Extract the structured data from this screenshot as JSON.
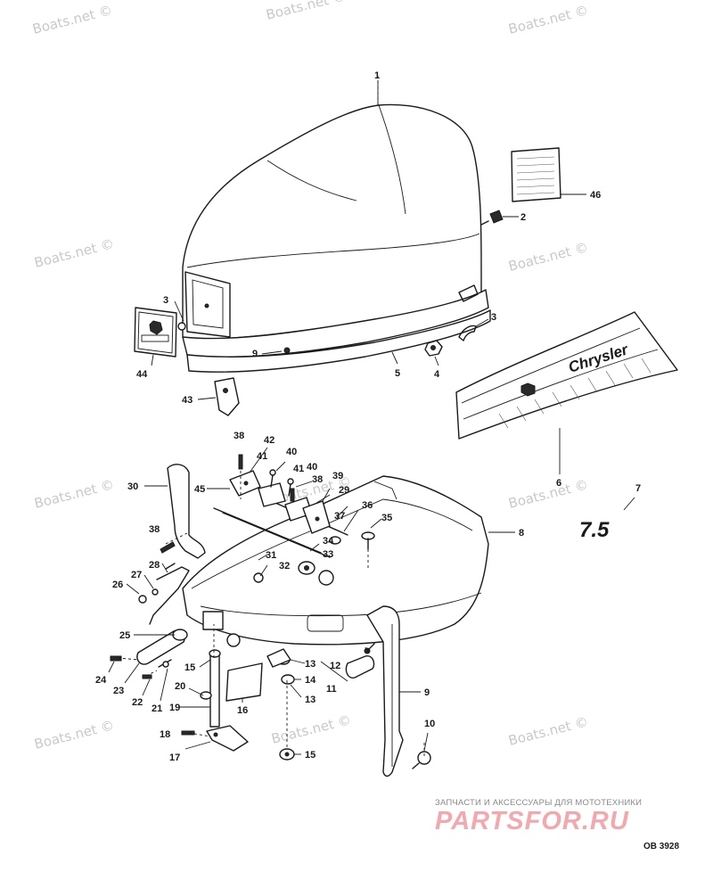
{
  "watermark": "Boats.net ©",
  "drawing_code": "OB 3928",
  "model_badge": "7.5",
  "decal_text": "Chrysler",
  "shop": {
    "tagline": "ЗАПЧАСТИ И АКСЕССУАРЫ ДЛЯ МОТОТЕХНИКИ",
    "logo": "PARTSFOR.RU"
  },
  "callouts": [
    "1",
    "2",
    "3",
    "3",
    "4",
    "5",
    "6",
    "7",
    "8",
    "9",
    "9",
    "10",
    "11",
    "12",
    "13",
    "13",
    "14",
    "15",
    "15",
    "16",
    "17",
    "18",
    "19",
    "20",
    "21",
    "22",
    "23",
    "24",
    "25",
    "26",
    "27",
    "28",
    "29",
    "30",
    "31",
    "32",
    "33",
    "34",
    "35",
    "36",
    "37",
    "38",
    "38",
    "38",
    "39",
    "40",
    "40",
    "41",
    "41",
    "42",
    "43",
    "44",
    "45",
    "46"
  ]
}
